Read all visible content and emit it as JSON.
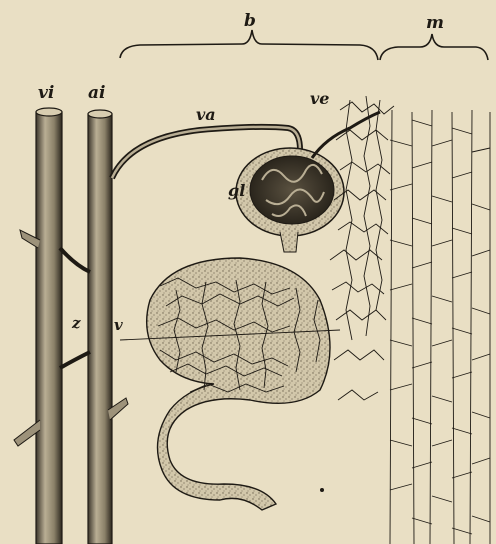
{
  "figure": {
    "background_color": "#e9dfc4",
    "ink_color": "#1e1a14",
    "labels": {
      "b": "b",
      "m": "m",
      "vi": "vi",
      "ai": "ai",
      "va": "va",
      "ve": "ve",
      "gl": "gl",
      "z": "z",
      "v": "v"
    }
  }
}
